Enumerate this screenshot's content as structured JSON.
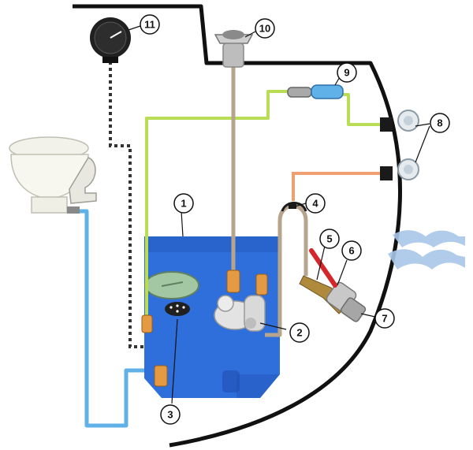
{
  "colors": {
    "hull": "#111111",
    "tank": "#2f6fdc",
    "tank_shade": "#1f4fb0",
    "vent_hose": "#b9de55",
    "inlet_hose": "#5fb1e8",
    "discharge_hose": "#b7a48c",
    "gauge_wire": "#333333",
    "deck_pipe": "#f0a070",
    "sea": "#a9c7e8",
    "valve_handle": "#d4262b",
    "brass": "#b08a3c"
  },
  "icons": {
    "toilet": "toilet-icon",
    "gauge": "level-gauge-icon",
    "deck_fitting": "deck-pump-out-fitting-icon",
    "filter": "vent-filter-icon",
    "tank": "holding-tank-icon",
    "pump": "macerator-pump-icon",
    "seacock": "seacock-valve-icon",
    "sea": "sea-wave-icon"
  },
  "callouts": [
    {
      "id": "tank",
      "label": "1"
    },
    {
      "id": "pump",
      "label": "2"
    },
    {
      "id": "sensor",
      "label": "3"
    },
    {
      "id": "loop",
      "label": "4"
    },
    {
      "id": "valve-body",
      "label": "5"
    },
    {
      "id": "valve-handle",
      "label": "6"
    },
    {
      "id": "thru-hull",
      "label": "7"
    },
    {
      "id": "vent-fittings",
      "label": "8"
    },
    {
      "id": "filter",
      "label": "9"
    },
    {
      "id": "deck-fitting",
      "label": "10"
    },
    {
      "id": "gauge",
      "label": "11"
    }
  ]
}
